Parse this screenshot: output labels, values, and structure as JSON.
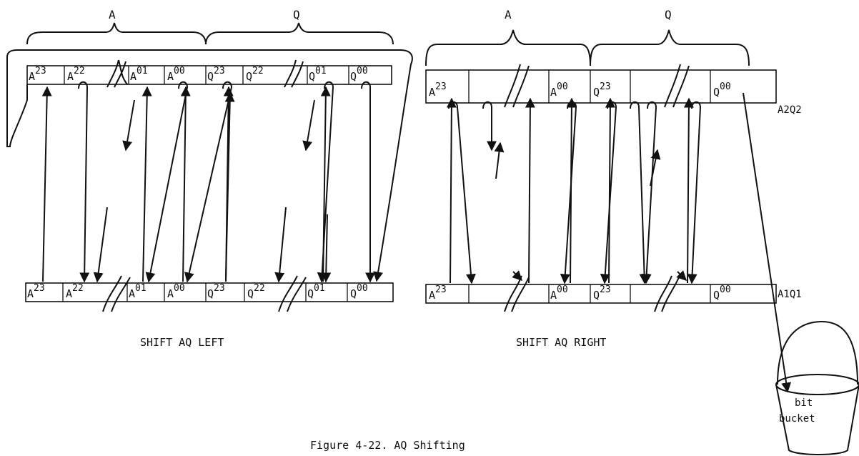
{
  "left_diagram": {
    "brace_labels": [
      "A",
      "Q"
    ],
    "top_cells": [
      {
        "base": "A",
        "sup": "23"
      },
      {
        "base": "A",
        "sup": "22"
      },
      {
        "base": "A",
        "sup": "01"
      },
      {
        "base": "A",
        "sup": "00"
      },
      {
        "base": "Q",
        "sup": "23"
      },
      {
        "base": "Q",
        "sup": "22"
      },
      {
        "base": "Q",
        "sup": "01"
      },
      {
        "base": "Q",
        "sup": "00"
      }
    ],
    "bottom_cells": [
      {
        "base": "A",
        "sup": "23"
      },
      {
        "base": "A",
        "sup": "22"
      },
      {
        "base": "A",
        "sup": "01"
      },
      {
        "base": "A",
        "sup": "00"
      },
      {
        "base": "Q",
        "sup": "23"
      },
      {
        "base": "Q",
        "sup": "22"
      },
      {
        "base": "Q",
        "sup": "01"
      },
      {
        "base": "Q",
        "sup": "00"
      }
    ],
    "caption": "SHIFT AQ LEFT"
  },
  "right_diagram": {
    "brace_labels": [
      "A",
      "Q"
    ],
    "top_cells": [
      {
        "base": "A",
        "sup": "23"
      },
      {
        "base": "",
        "sup": ""
      },
      {
        "base": "",
        "sup": ""
      },
      {
        "base": "A",
        "sup": "00"
      },
      {
        "base": "Q",
        "sup": "23"
      },
      {
        "base": "",
        "sup": ""
      },
      {
        "base": "",
        "sup": ""
      },
      {
        "base": "Q",
        "sup": "00"
      }
    ],
    "bottom_cells": [
      {
        "base": "A",
        "sup": "23"
      },
      {
        "base": "",
        "sup": ""
      },
      {
        "base": "",
        "sup": ""
      },
      {
        "base": "A",
        "sup": "00"
      },
      {
        "base": "Q",
        "sup": "23"
      },
      {
        "base": "",
        "sup": ""
      },
      {
        "base": "",
        "sup": ""
      },
      {
        "base": "Q",
        "sup": "00"
      }
    ],
    "caption": "SHIFT AQ RIGHT",
    "top_register_label": "A2Q2",
    "bottom_register_label": "A1Q1"
  },
  "bucket": {
    "label_line1": "bit",
    "label_line2": "bucket"
  },
  "figure_caption": "Figure 4-22.  AQ Shifting"
}
